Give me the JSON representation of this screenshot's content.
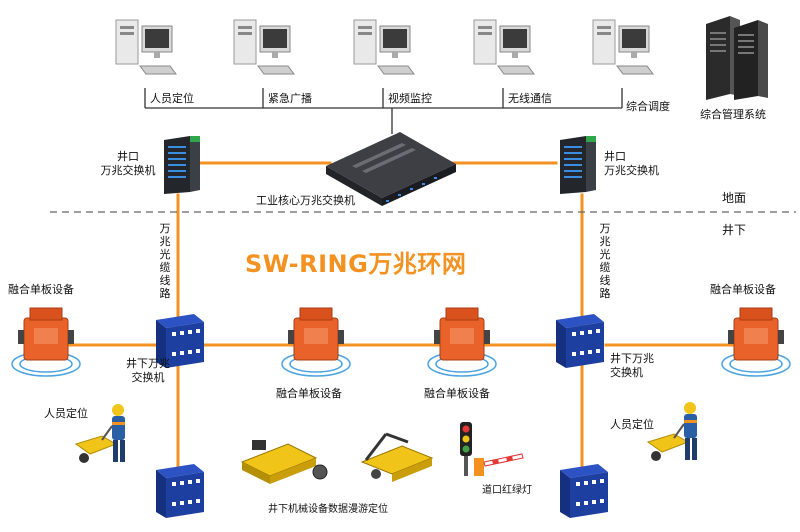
{
  "workstations": [
    {
      "label": "人员定位"
    },
    {
      "label": "紧急广播"
    },
    {
      "label": "视频监控"
    },
    {
      "label": "无线通信"
    },
    {
      "label": "综合调度"
    }
  ],
  "server": {
    "label": "综合管理系统"
  },
  "core_switch": {
    "label": "工业核心万兆交换机"
  },
  "wellhead_switch_left": {
    "line1": "井口",
    "line2": "万兆交换机"
  },
  "wellhead_switch_right": {
    "line1": "井口",
    "line2": "万兆交换机"
  },
  "zones": {
    "surface": "地面",
    "underground": "井下"
  },
  "ring_title": "SW-RING万兆环网",
  "fiber_left": "万兆光缆线路",
  "fiber_right": "万兆光缆线路",
  "fusion_devices": [
    "融合单板设备",
    "融合单板设备",
    "融合单板设备",
    "融合单板设备"
  ],
  "underground_switch_left": {
    "line1": "井下万兆",
    "line2": "交换机"
  },
  "underground_switch_right": {
    "line1": "井下万兆",
    "line2": "交换机"
  },
  "personnel_left": "人员定位",
  "personnel_right": "人员定位",
  "machinery": "井下机械设备数据漫游定位",
  "traffic_light": "道口红绿灯",
  "colors": {
    "link": "#f39221",
    "accent": "#f39221",
    "switch_blue": "#1d3fa0",
    "device_orange": "#e8622a"
  }
}
